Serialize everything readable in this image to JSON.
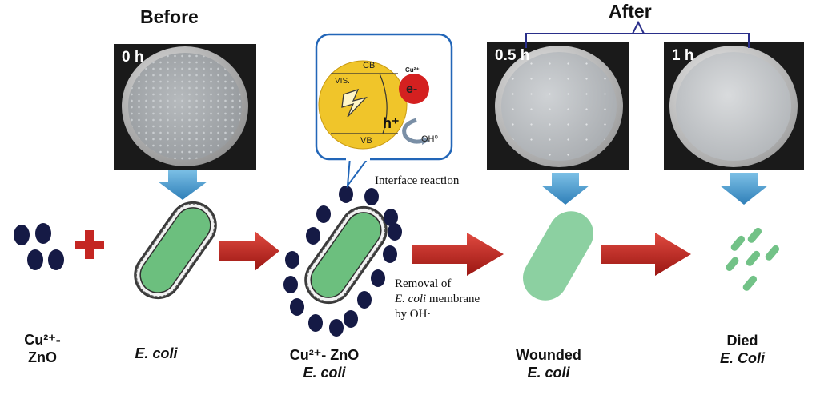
{
  "headers": {
    "before": "Before",
    "after": "After"
  },
  "photos": [
    {
      "time": "0 h"
    },
    {
      "time": "0.5 h"
    },
    {
      "time": "1 h"
    }
  ],
  "inset": {
    "cb": "CB",
    "vb": "VB",
    "vis": "VIS.",
    "cu": "Cu²⁺",
    "electron": "e-",
    "hole": "h⁺",
    "oh": "OH⁰"
  },
  "annotations": {
    "interface": "Interface reaction",
    "removal_line1": "Removal of",
    "removal_italic": "E. coli",
    "removal_rest": " membrane",
    "removal_line3": "by OH·"
  },
  "labels": {
    "cu_zno_1": "Cu²⁺-",
    "cu_zno_2": "ZnO",
    "ecoli": "E. coli",
    "cuzno_ecoli_1": "Cu²⁺- ZnO",
    "cuzno_ecoli_2": "E. coli",
    "wounded_1": "Wounded",
    "wounded_2": "E. coli",
    "died_1": "Died",
    "died_2": "E. Coli"
  },
  "colors": {
    "bacteria": "#6cbf7e",
    "particle": "#151a45",
    "arrow": "#c42622",
    "down_arrow": "#4a9ed0",
    "bracket": "#2a2f8a",
    "inset_border": "#2266b8",
    "band_yellow": "#f0c52a",
    "cu_red": "#d42020"
  }
}
